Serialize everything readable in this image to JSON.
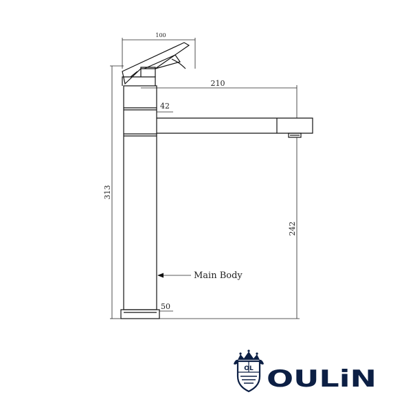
{
  "dimensions": {
    "handle_width": "100",
    "spout_reach": "210",
    "body_thickness": "42",
    "total_height": "313",
    "spout_height": "242",
    "base_width": "50"
  },
  "labels": {
    "main_body": "Main Body"
  },
  "brand": {
    "name": "OULiN",
    "crest_letters": "OL",
    "color": "#0c1f44"
  },
  "icons": {
    "brand_crest": "crown-shield-crest"
  }
}
